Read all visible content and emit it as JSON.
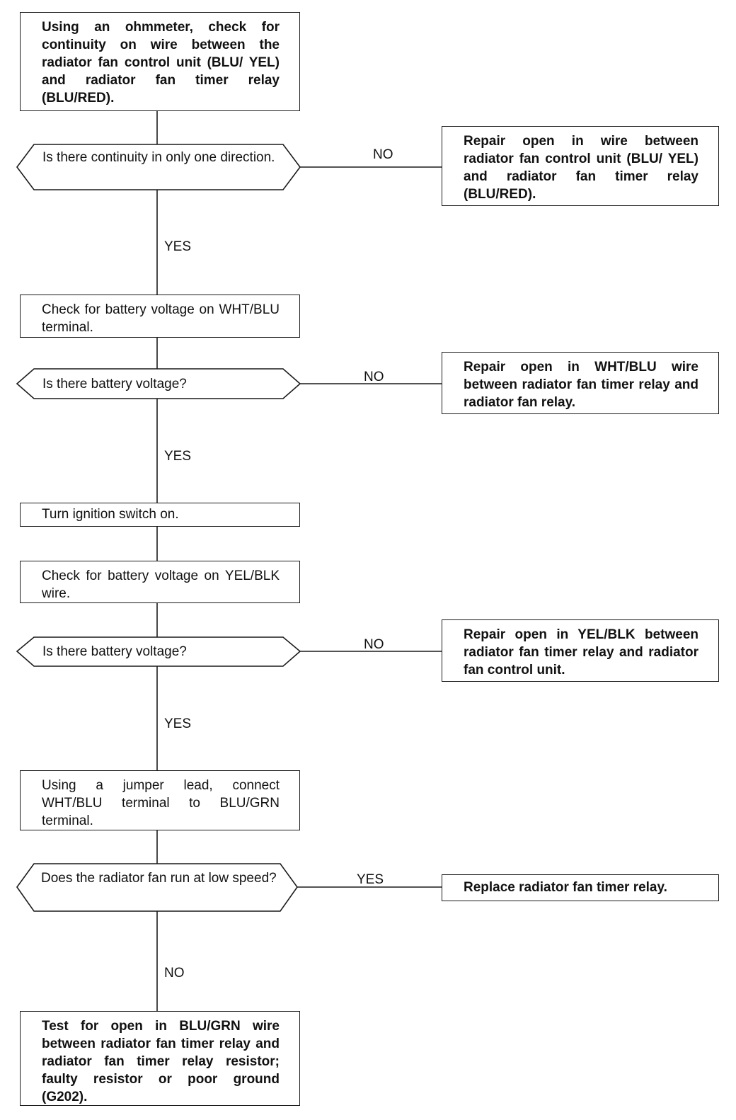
{
  "flowchart": {
    "nodes": {
      "step1": "Using an ohmmeter, check for continuity on wire between the radiator fan control unit (BLU/ YEL) and radiator fan timer relay (BLU/RED).",
      "q1": "Is there continuity in only one direction.",
      "fix1": "Repair open in wire between radiator fan control unit (BLU/ YEL) and radiator fan timer relay (BLU/RED).",
      "step2": "Check for battery voltage on WHT/BLU terminal.",
      "q2": "Is there battery voltage?",
      "fix2": "Repair open in WHT/BLU wire between radiator fan timer relay and radiator fan relay.",
      "step3": "Turn ignition switch on.",
      "step4": "Check for battery voltage on YEL/BLK wire.",
      "q3": "Is there battery voltage?",
      "fix3": "Repair open in YEL/BLK between radiator fan timer relay and radiator fan control unit.",
      "step5": "Using a jumper lead, connect WHT/BLU terminal to BLU/GRN terminal.",
      "q4": "Does the radiator fan run at low speed?",
      "fix4": "Replace radiator fan timer relay.",
      "step6": "Test for open in BLU/GRN wire between radiator fan timer relay and radiator fan timer relay resistor; faulty resistor or poor ground (G202)."
    },
    "labels": {
      "q1_no": "NO",
      "q1_yes": "YES",
      "q2_no": "NO",
      "q2_yes": "YES",
      "q3_no": "NO",
      "q3_yes": "YES",
      "q4_yes": "YES",
      "q4_no": "NO"
    }
  }
}
